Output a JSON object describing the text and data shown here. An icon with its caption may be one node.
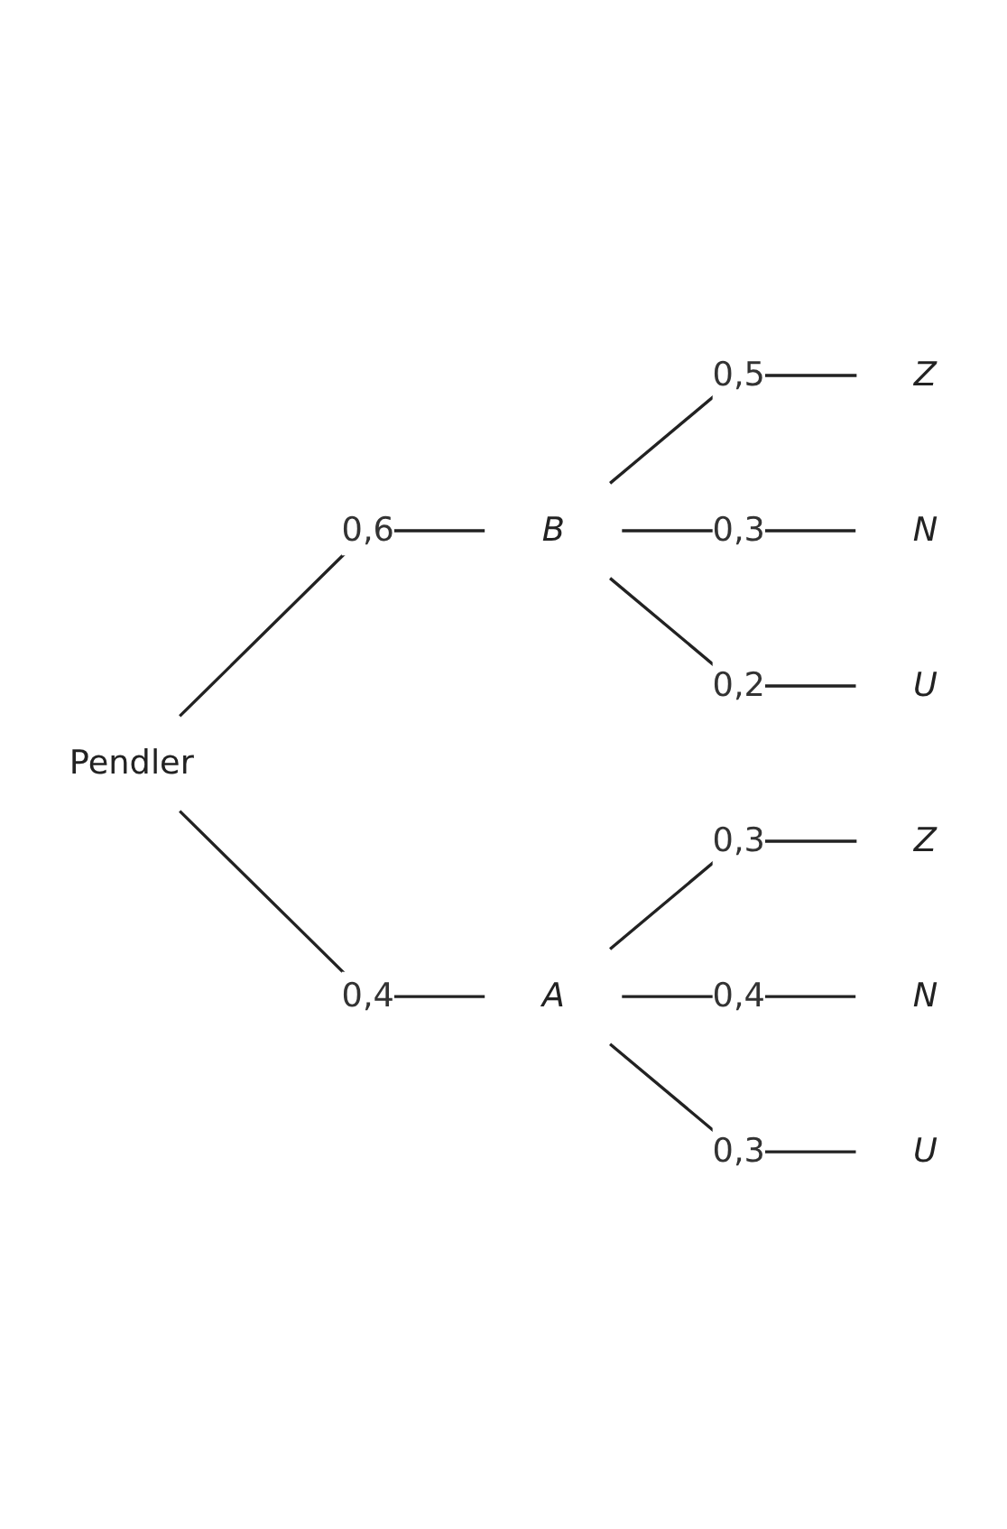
{
  "diagram": {
    "nodes": [
      {
        "text": [
          "Pendler"
        ]
      },
      {
        "text": [
          "B"
        ]
      },
      {
        "text": [
          "A"
        ]
      },
      {
        "text": [
          "Z"
        ]
      },
      {
        "text": [
          "N"
        ]
      },
      {
        "text": [
          "U"
        ]
      },
      {
        "text": [
          "Z"
        ]
      },
      {
        "text": [
          "N"
        ]
      },
      {
        "text": [
          "U"
        ]
      }
    ],
    "edges": [
      {
        "from": 0,
        "to": 1,
        "arrow": "none",
        "label": "0,6"
      },
      {
        "from": 0,
        "to": 2,
        "arrow": "none",
        "label": "0,4"
      },
      {
        "from": 1,
        "to": 3,
        "arrow": "none",
        "label": "0,5"
      },
      {
        "from": 1,
        "to": 4,
        "arrow": "none",
        "label": "0,3"
      },
      {
        "from": 1,
        "to": 5,
        "arrow": "none",
        "label": "0,2"
      },
      {
        "from": 2,
        "to": 6,
        "arrow": "none",
        "label": "0,3"
      },
      {
        "from": 2,
        "to": 7,
        "arrow": "none",
        "label": "0,4"
      },
      {
        "from": 2,
        "to": 8,
        "arrow": "none",
        "label": "0,3"
      }
    ]
  }
}
